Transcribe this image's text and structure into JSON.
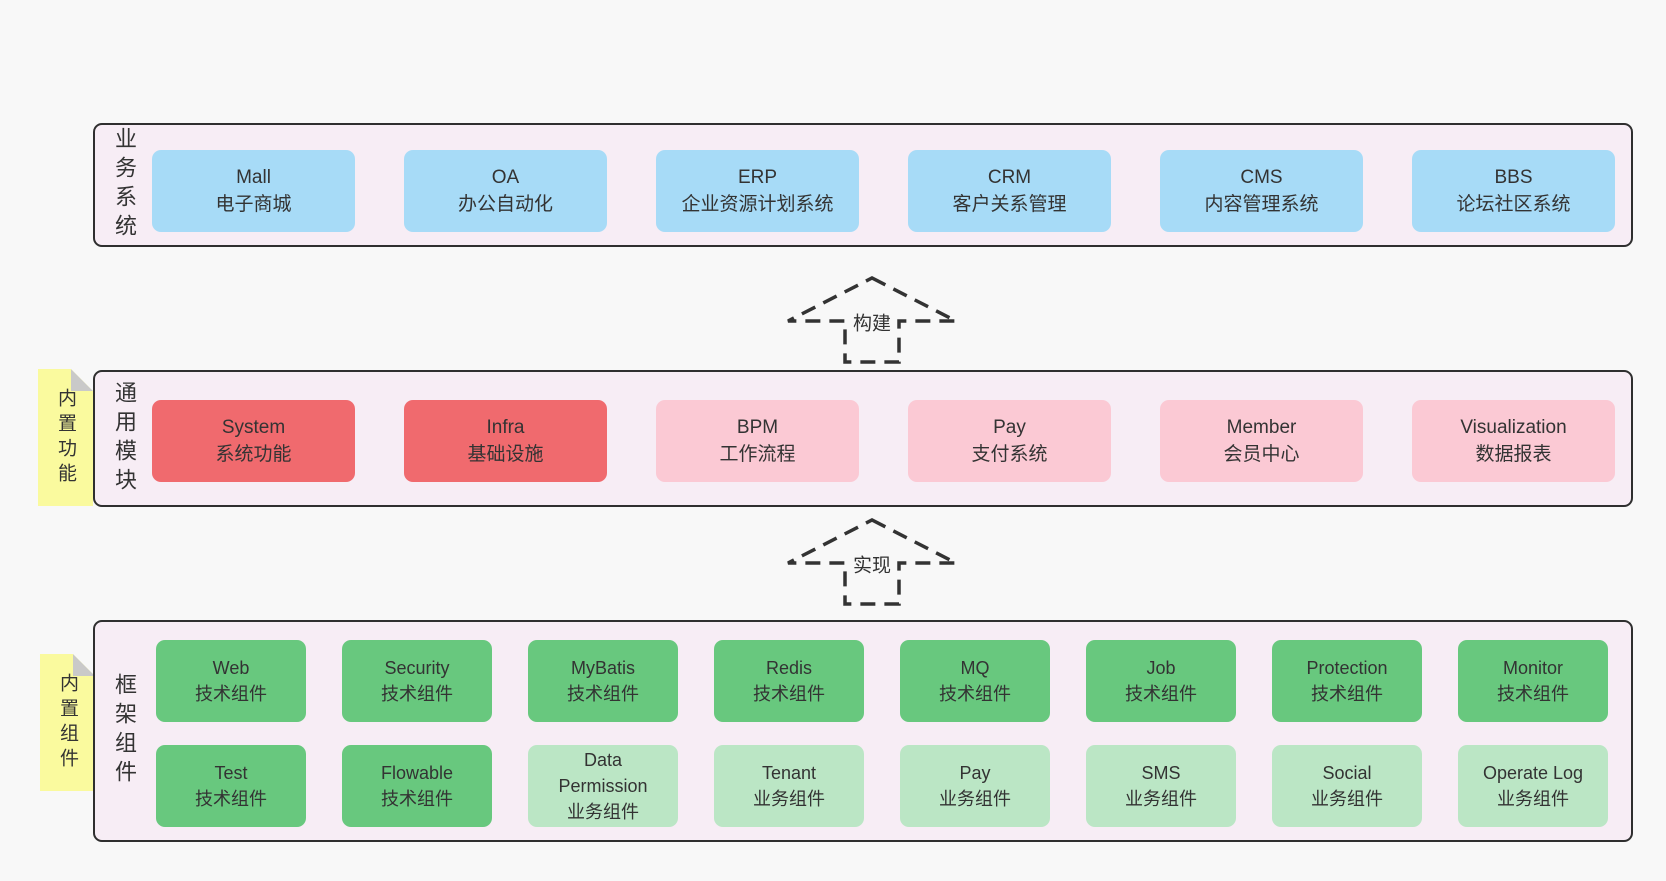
{
  "diagram": {
    "background": "#f8f8f8",
    "panel_background": "#f7edf5",
    "panel_border": "#2f2f2f",
    "text_color": "#333333"
  },
  "colors": {
    "blue_box": "#a7dbf7",
    "red_box": "#f06a6e",
    "pink_box": "#fbc9d4",
    "green_box": "#68c87e",
    "light_green_box": "#bbe6c5",
    "sticky_note": "#fafa9e",
    "sticky_fold": "#c9c9c9"
  },
  "stickies": [
    {
      "text": "内置功能"
    },
    {
      "text": "内置组件"
    }
  ],
  "arrows": [
    {
      "label": "构建"
    },
    {
      "label": "实现"
    }
  ],
  "layers": [
    {
      "label": "业务系统",
      "boxes": [
        {
          "en": "Mall",
          "zh": "电子商城"
        },
        {
          "en": "OA",
          "zh": "办公自动化"
        },
        {
          "en": "ERP",
          "zh": "企业资源计划系统"
        },
        {
          "en": "CRM",
          "zh": "客户关系管理"
        },
        {
          "en": "CMS",
          "zh": "内容管理系统"
        },
        {
          "en": "BBS",
          "zh": "论坛社区系统"
        }
      ]
    },
    {
      "label": "通用模块",
      "boxes": [
        {
          "en": "System",
          "zh": "系统功能"
        },
        {
          "en": "Infra",
          "zh": "基础设施"
        },
        {
          "en": "BPM",
          "zh": "工作流程"
        },
        {
          "en": "Pay",
          "zh": "支付系统"
        },
        {
          "en": "Member",
          "zh": "会员中心"
        },
        {
          "en": "Visualization",
          "zh": "数据报表"
        }
      ]
    },
    {
      "label": "框架组件",
      "rows": [
        [
          {
            "en": "Web",
            "zh": "技术组件"
          },
          {
            "en": "Security",
            "zh": "技术组件"
          },
          {
            "en": "MyBatis",
            "zh": "技术组件"
          },
          {
            "en": "Redis",
            "zh": "技术组件"
          },
          {
            "en": "MQ",
            "zh": "技术组件"
          },
          {
            "en": "Job",
            "zh": "技术组件"
          },
          {
            "en": "Protection",
            "zh": "技术组件"
          },
          {
            "en": "Monitor",
            "zh": "技术组件"
          }
        ],
        [
          {
            "en": "Test",
            "zh": "技术组件"
          },
          {
            "en": "Flowable",
            "zh": "技术组件"
          },
          {
            "en": "Data Permission",
            "zh": "业务组件"
          },
          {
            "en": "Tenant",
            "zh": "业务组件"
          },
          {
            "en": "Pay",
            "zh": "业务组件"
          },
          {
            "en": "SMS",
            "zh": "业务组件"
          },
          {
            "en": "Social",
            "zh": "业务组件"
          },
          {
            "en": "Operate Log",
            "zh": "业务组件"
          }
        ]
      ]
    }
  ]
}
